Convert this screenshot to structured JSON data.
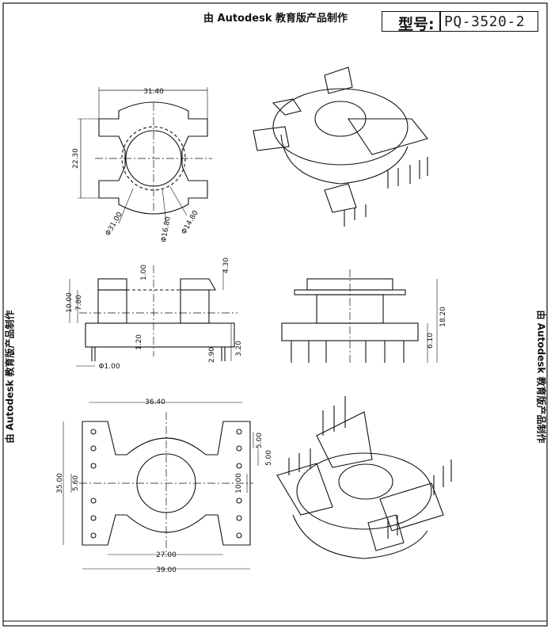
{
  "watermark": {
    "top": "由 Autodesk 教育版产品制作",
    "left": "由 Autodesk 教育版产品制作",
    "right": "由 Autodesk 教育版产品制作"
  },
  "title_block": {
    "model_label": "型号:",
    "model_value": "PQ-3520-2"
  },
  "dimensions": {
    "top_view": {
      "width": "31.40",
      "height": "22.30",
      "dia_outer": "Φ31.00",
      "dia_mid": "Φ16.80",
      "dia_inner": "Φ14.80"
    },
    "side_view": {
      "flange_top": "1.00",
      "step": "4.30",
      "total": "10.00",
      "body": "7.80",
      "base": "1.20",
      "pin_len": "2.90",
      "pin_total": "3.20",
      "pin_dia": "Φ1.00"
    },
    "front_view": {
      "height": "18.20",
      "pin_len": "6.10"
    },
    "bottom_view": {
      "top_width": "36.40",
      "height": "35.00",
      "slot": "5.60",
      "pitch_a": "5.00",
      "pitch_b": "5.00",
      "gap": "10.00",
      "inner_width": "27.00",
      "overall_width": "39.00"
    }
  }
}
